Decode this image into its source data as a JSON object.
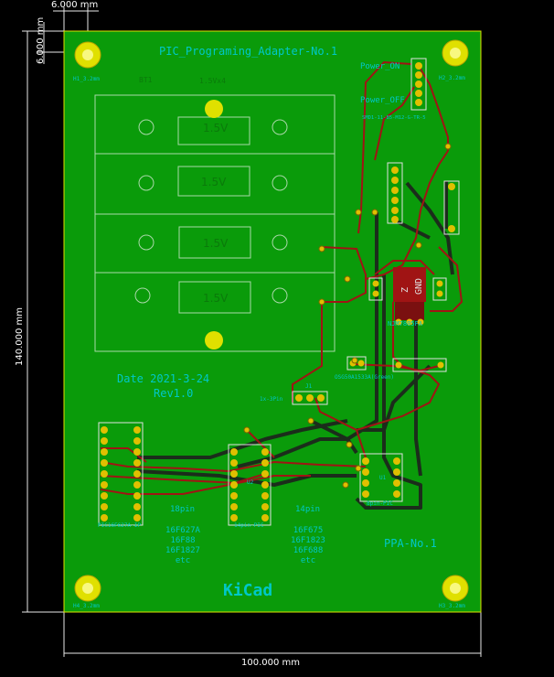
{
  "dimensions": {
    "top_small": "6.000 mm",
    "left_small": "6.000 mm",
    "height": "140.000 mm",
    "width": "100.000 mm"
  },
  "board": {
    "title": "PIC_Programing_Adapter-No.1",
    "date": "Date 2021-3-24",
    "rev": "Rev1.0",
    "board_name": "PPA-No.1",
    "logo": "KiCad"
  },
  "battery": {
    "ref": "BT1",
    "value": "1.5Vx4",
    "cells": [
      "1.5V",
      "1.5V",
      "1.5V",
      "1.5V"
    ]
  },
  "labels": {
    "mount_tl": "H1_3.2mm",
    "mount_tr": "H2_3.2mm",
    "mount_bl": "H4_3.2mm",
    "mount_br": "H3_3.2mm",
    "power_on": "Power_ON",
    "power_off": "Power_OFF",
    "switch_part": "SMD1-11-85-M12-G-TR-5",
    "regulator": "NJM7805FA",
    "led": "OSG50A1533A(Green)",
    "pin18": "18pin",
    "pin14": "14pin",
    "pin8": "8pin-PIC",
    "socket18": "PIC16F627A-IP",
    "socket14": "14pin-PIC",
    "u1": "U1",
    "u2": "U2",
    "j1": "J1",
    "connector": "1x-3Pin",
    "gnd": "GND",
    "copper_text": "Z"
  },
  "part_lists": {
    "list18": [
      "16F627A",
      "16F88",
      "16F1827",
      "etc"
    ],
    "list14": [
      "16F675",
      "16F1823",
      "16F688",
      "etc"
    ]
  },
  "colors": {
    "board": "#0a9b0a",
    "trace_top": "#a01414",
    "trace_bottom": "#1b2d1b",
    "silkscreen": "#00c8c8",
    "pad": "#c8b400"
  }
}
